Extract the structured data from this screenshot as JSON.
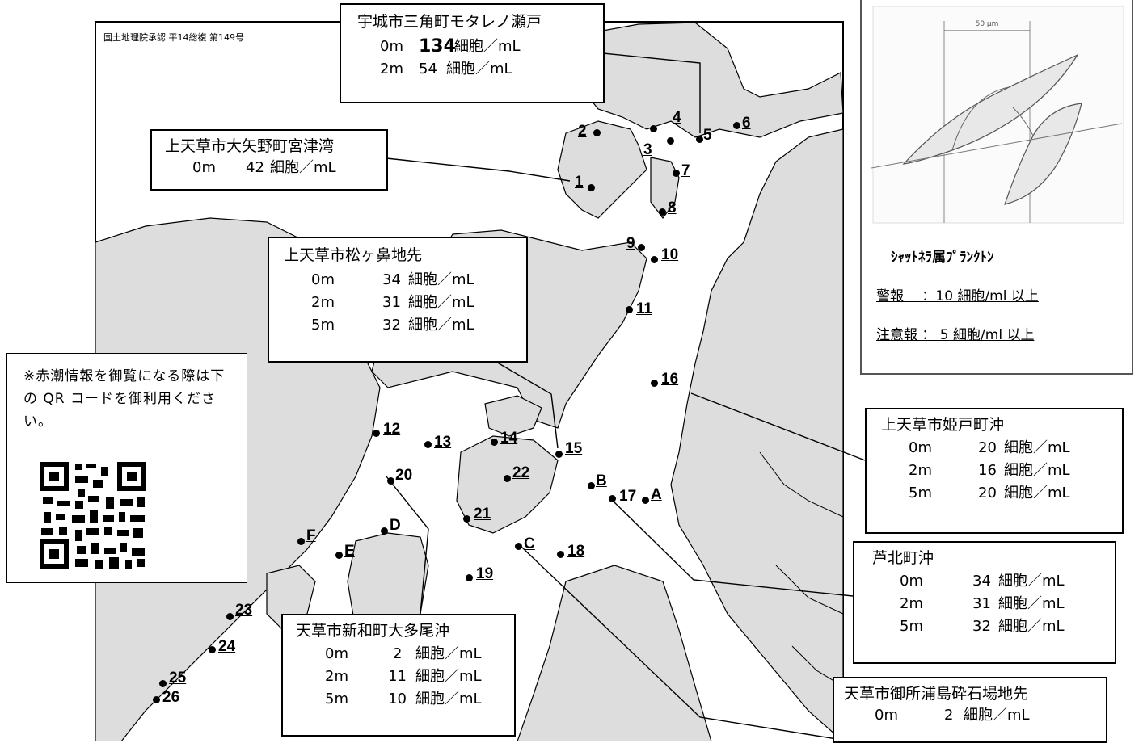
{
  "map": {
    "approval_note": "国土地理院承認 平14総複 第149号"
  },
  "callouts": [
    {
      "id": "motare",
      "title": "宇城市三角町モタレノ瀬戸",
      "rows": [
        [
          "0m",
          "134",
          "細胞／mL"
        ],
        [
          "2m",
          "54",
          "細胞／mL"
        ]
      ]
    },
    {
      "id": "miyazu",
      "title": "上天草市大矢野町宮津湾",
      "rows": [
        [
          "0m",
          "42",
          "細胞／mL"
        ]
      ]
    },
    {
      "id": "matsugahana",
      "title": "上天草市松ヶ鼻地先",
      "rows": [
        [
          "0m",
          "34",
          "細胞／mL"
        ],
        [
          "2m",
          "31",
          "細胞／mL"
        ],
        [
          "5m",
          "32",
          "細胞／mL"
        ]
      ]
    },
    {
      "id": "himedo",
      "title": "上天草市姫戸町沖",
      "rows": [
        [
          "0m",
          "20",
          "細胞／mL"
        ],
        [
          "2m",
          "16",
          "細胞／mL"
        ],
        [
          "5m",
          "20",
          "細胞／mL"
        ]
      ]
    },
    {
      "id": "ashikita",
      "title": "芦北町沖",
      "rows": [
        [
          "0m",
          "34",
          "細胞／mL"
        ],
        [
          "2m",
          "31",
          "細胞／mL"
        ],
        [
          "5m",
          "32",
          "細胞／mL"
        ]
      ]
    },
    {
      "id": "oota",
      "title": "天草市新和町大多尾沖",
      "rows": [
        [
          "0m",
          "2",
          "細胞／mL"
        ],
        [
          "2m",
          "11",
          "細胞／mL"
        ],
        [
          "5m",
          "10",
          "細胞／mL"
        ]
      ]
    },
    {
      "id": "goshoura",
      "title": "天草市御所浦島砕石場地先",
      "rows": [
        [
          "0m",
          "2",
          "細胞／mL"
        ]
      ]
    }
  ],
  "stations": [
    "1",
    "2",
    "3",
    "4",
    "5",
    "6",
    "7",
    "8",
    "9",
    "10",
    "11",
    "12",
    "13",
    "14",
    "15",
    "16",
    "17",
    "18",
    "19",
    "20",
    "21",
    "22",
    "23",
    "24",
    "25",
    "26",
    "A",
    "B",
    "C",
    "D",
    "E",
    "F"
  ],
  "legend": {
    "scale_label": "50 μm",
    "organism": "ｼｬｯﾄﾈﾗ属ﾌﾟﾗﾝｸﾄﾝ",
    "warning": "警報　 ：10 細胞/ml 以上",
    "advisory": "注意報 ： 5 細胞/ml 以上"
  },
  "qr": {
    "note": "※赤潮情報を御覧になる際は下の QR コードを御利用ください。"
  },
  "colors": {
    "land": "#dddddd",
    "sea": "#ffffff",
    "line": "#000000"
  }
}
